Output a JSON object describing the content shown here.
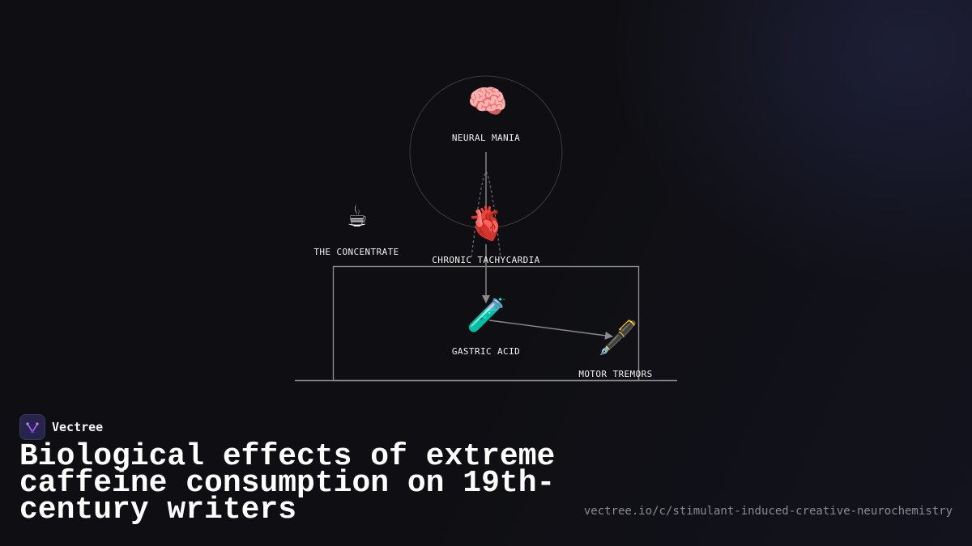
{
  "diagram": {
    "nodes": [
      {
        "id": "brain",
        "icon": "brain-icon",
        "emoji": "🧠",
        "label": "NEURAL MANIA"
      },
      {
        "id": "coffee",
        "icon": "coffee-cup-icon",
        "emoji": "☕",
        "label": "THE CONCENTRATE"
      },
      {
        "id": "heart",
        "icon": "anatomical-heart-icon",
        "emoji": "🫀",
        "label": "CHRONIC TACHYCARDIA"
      },
      {
        "id": "acid",
        "icon": "test-tube-icon",
        "emoji": "🧪",
        "label": "GASTRIC ACID"
      },
      {
        "id": "pen",
        "icon": "fountain-pen-icon",
        "emoji": "🖋️",
        "label": "MOTOR TREMORS"
      }
    ]
  },
  "brand": {
    "name": "Vectree",
    "logo_icon": "vectree-logo-icon",
    "logo_color": "#a855f7"
  },
  "title": "Biological effects of extreme caffeine consumption on 19th-century writers",
  "url": "vectree.io/c/stimulant-induced-creative-neurochemistry",
  "colors": {
    "background": "#0f0f13",
    "line": "#8c8c8c",
    "text": "#ffffff"
  }
}
